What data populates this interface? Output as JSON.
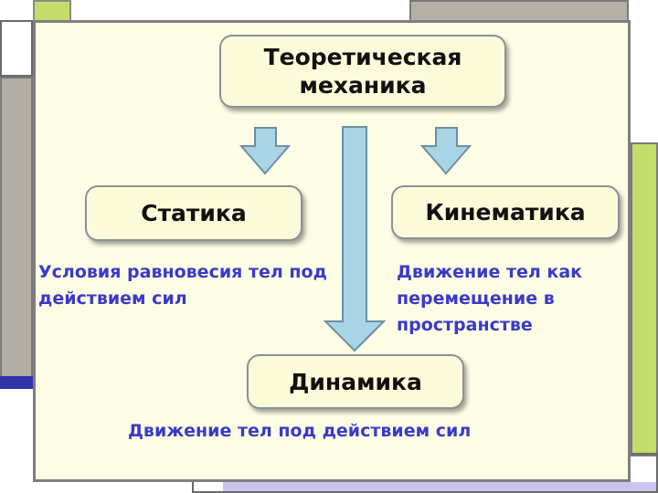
{
  "colors": {
    "accent_green": "#c4dc6a",
    "accent_blue": "#3a3ac8",
    "arrow_fill": "#a9d4e6",
    "arrow_stroke": "#6d8fa0",
    "node_fill": "#fbfbd9",
    "panel_fill": "#fdfde6"
  },
  "diagram": {
    "root": {
      "label": "Теоретическая механика"
    },
    "branches": {
      "statics": {
        "label": "Статика",
        "description": "Условия равновесия тел под действием сил"
      },
      "kinematics": {
        "label": "Кинематика",
        "description": "Движение тел как перемещение в пространстве"
      },
      "dynamics": {
        "label": "Динамика",
        "description": "Движение тел под действием сил"
      }
    }
  }
}
